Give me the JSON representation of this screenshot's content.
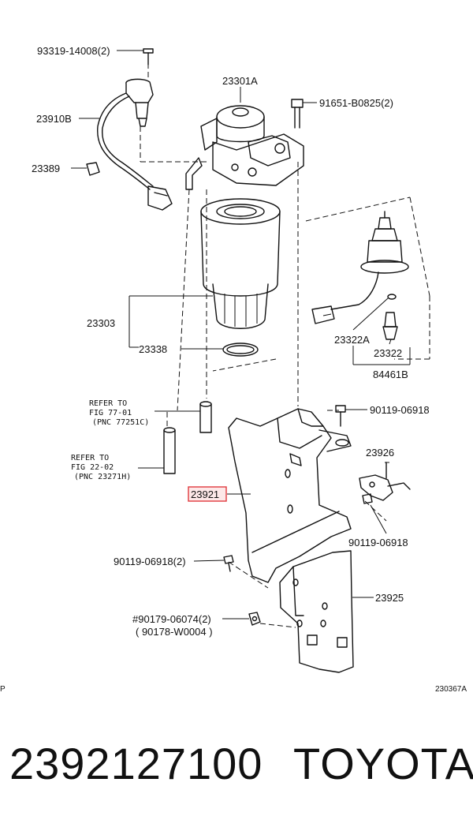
{
  "labels": {
    "bolt_93319": "93319-14008(2)",
    "housing": "23301A",
    "bolt_91651": "91651-B0825(2)",
    "sensor_23910b": "23910B",
    "clamp_23389": "23389",
    "filter": "23303",
    "oring": "23338",
    "switch_23322a": "23322A",
    "switch_23322": "23322",
    "switch_84461b": "84461B",
    "bolt_90119_a": "90119-06918",
    "bracket_23926": "23926",
    "bracket_23921": "23921",
    "bolt_90119_b": "90119-06918",
    "bolt_90119_2": "90119-06918(2)",
    "bracket_23925": "23925",
    "nut_90179": "#90179-06074(2)",
    "nut_90178": "( 90178-W0004 )",
    "corner_left": "P",
    "corner_code": "230367A"
  },
  "references": {
    "ref1_line1": "REFER TO",
    "ref1_line2": "FIG 77-01",
    "ref1_line3": "(PNC 77251C)",
    "ref2_line1": "REFER TO",
    "ref2_line2": "FIG 22-02",
    "ref2_line3": "(PNC 23271H)"
  },
  "highlight_color": "#e0393e",
  "footer": {
    "part_number": "2392127100",
    "brand": "TOYOTA"
  }
}
